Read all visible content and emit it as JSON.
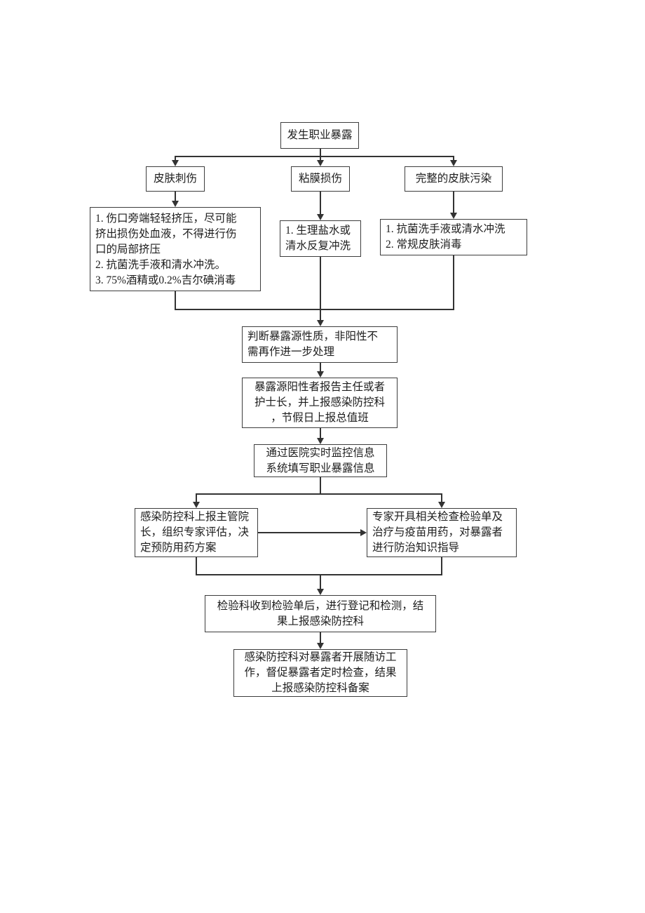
{
  "flowchart": {
    "nodes": {
      "start": {
        "text": "发生职业暴露"
      },
      "branch_puncture": {
        "text": "皮肤刺伤"
      },
      "branch_mucosa": {
        "text": "粘膜损伤"
      },
      "branch_intact_skin": {
        "text": "完整的皮肤污染"
      },
      "treat_puncture": {
        "text": "1. 伤口旁端轻轻挤压，尽可能\n挤出损伤处血液，不得进行伤\n口的局部挤压\n2. 抗菌洗手液和清水冲洗。\n3. 75%酒精或0.2%吉尔碘消毒"
      },
      "treat_mucosa": {
        "text": "1. 生理盐水或\n清水反复冲洗"
      },
      "treat_intact_skin": {
        "text": "1. 抗菌洗手液或清水冲洗\n2. 常规皮肤消毒"
      },
      "assess_source": {
        "text": "判断暴露源性质，非阳性不\n需再作进一步处理"
      },
      "report_positive": {
        "text": "暴露源阳性者报告主任或者\n护士长，并上报感染防控科\n，节假日上报总值班"
      },
      "fill_system": {
        "text": "通过医院实时监控信息\n系统填写职业暴露信息"
      },
      "dept_report": {
        "text": "感染防控科上报主管院\n长，组织专家评估，决\n定预防用药方案"
      },
      "expert_orders": {
        "text": "专家开具相关检查检验单及\n治疗与疫苗用药，对暴露者\n进行防治知识指导"
      },
      "lab_test": {
        "text": "检验科收到检验单后，进行登记和检测，结\n果上报感染防控科"
      },
      "follow_up": {
        "text": "感染防控科对暴露者开展随访工\n作，督促暴露者定时检查，结果\n上报感染防控科备案"
      }
    },
    "colors": {
      "line": "#333333",
      "border": "#3d3d3d",
      "text": "#1d1d1d",
      "background": "#ffffff"
    }
  }
}
